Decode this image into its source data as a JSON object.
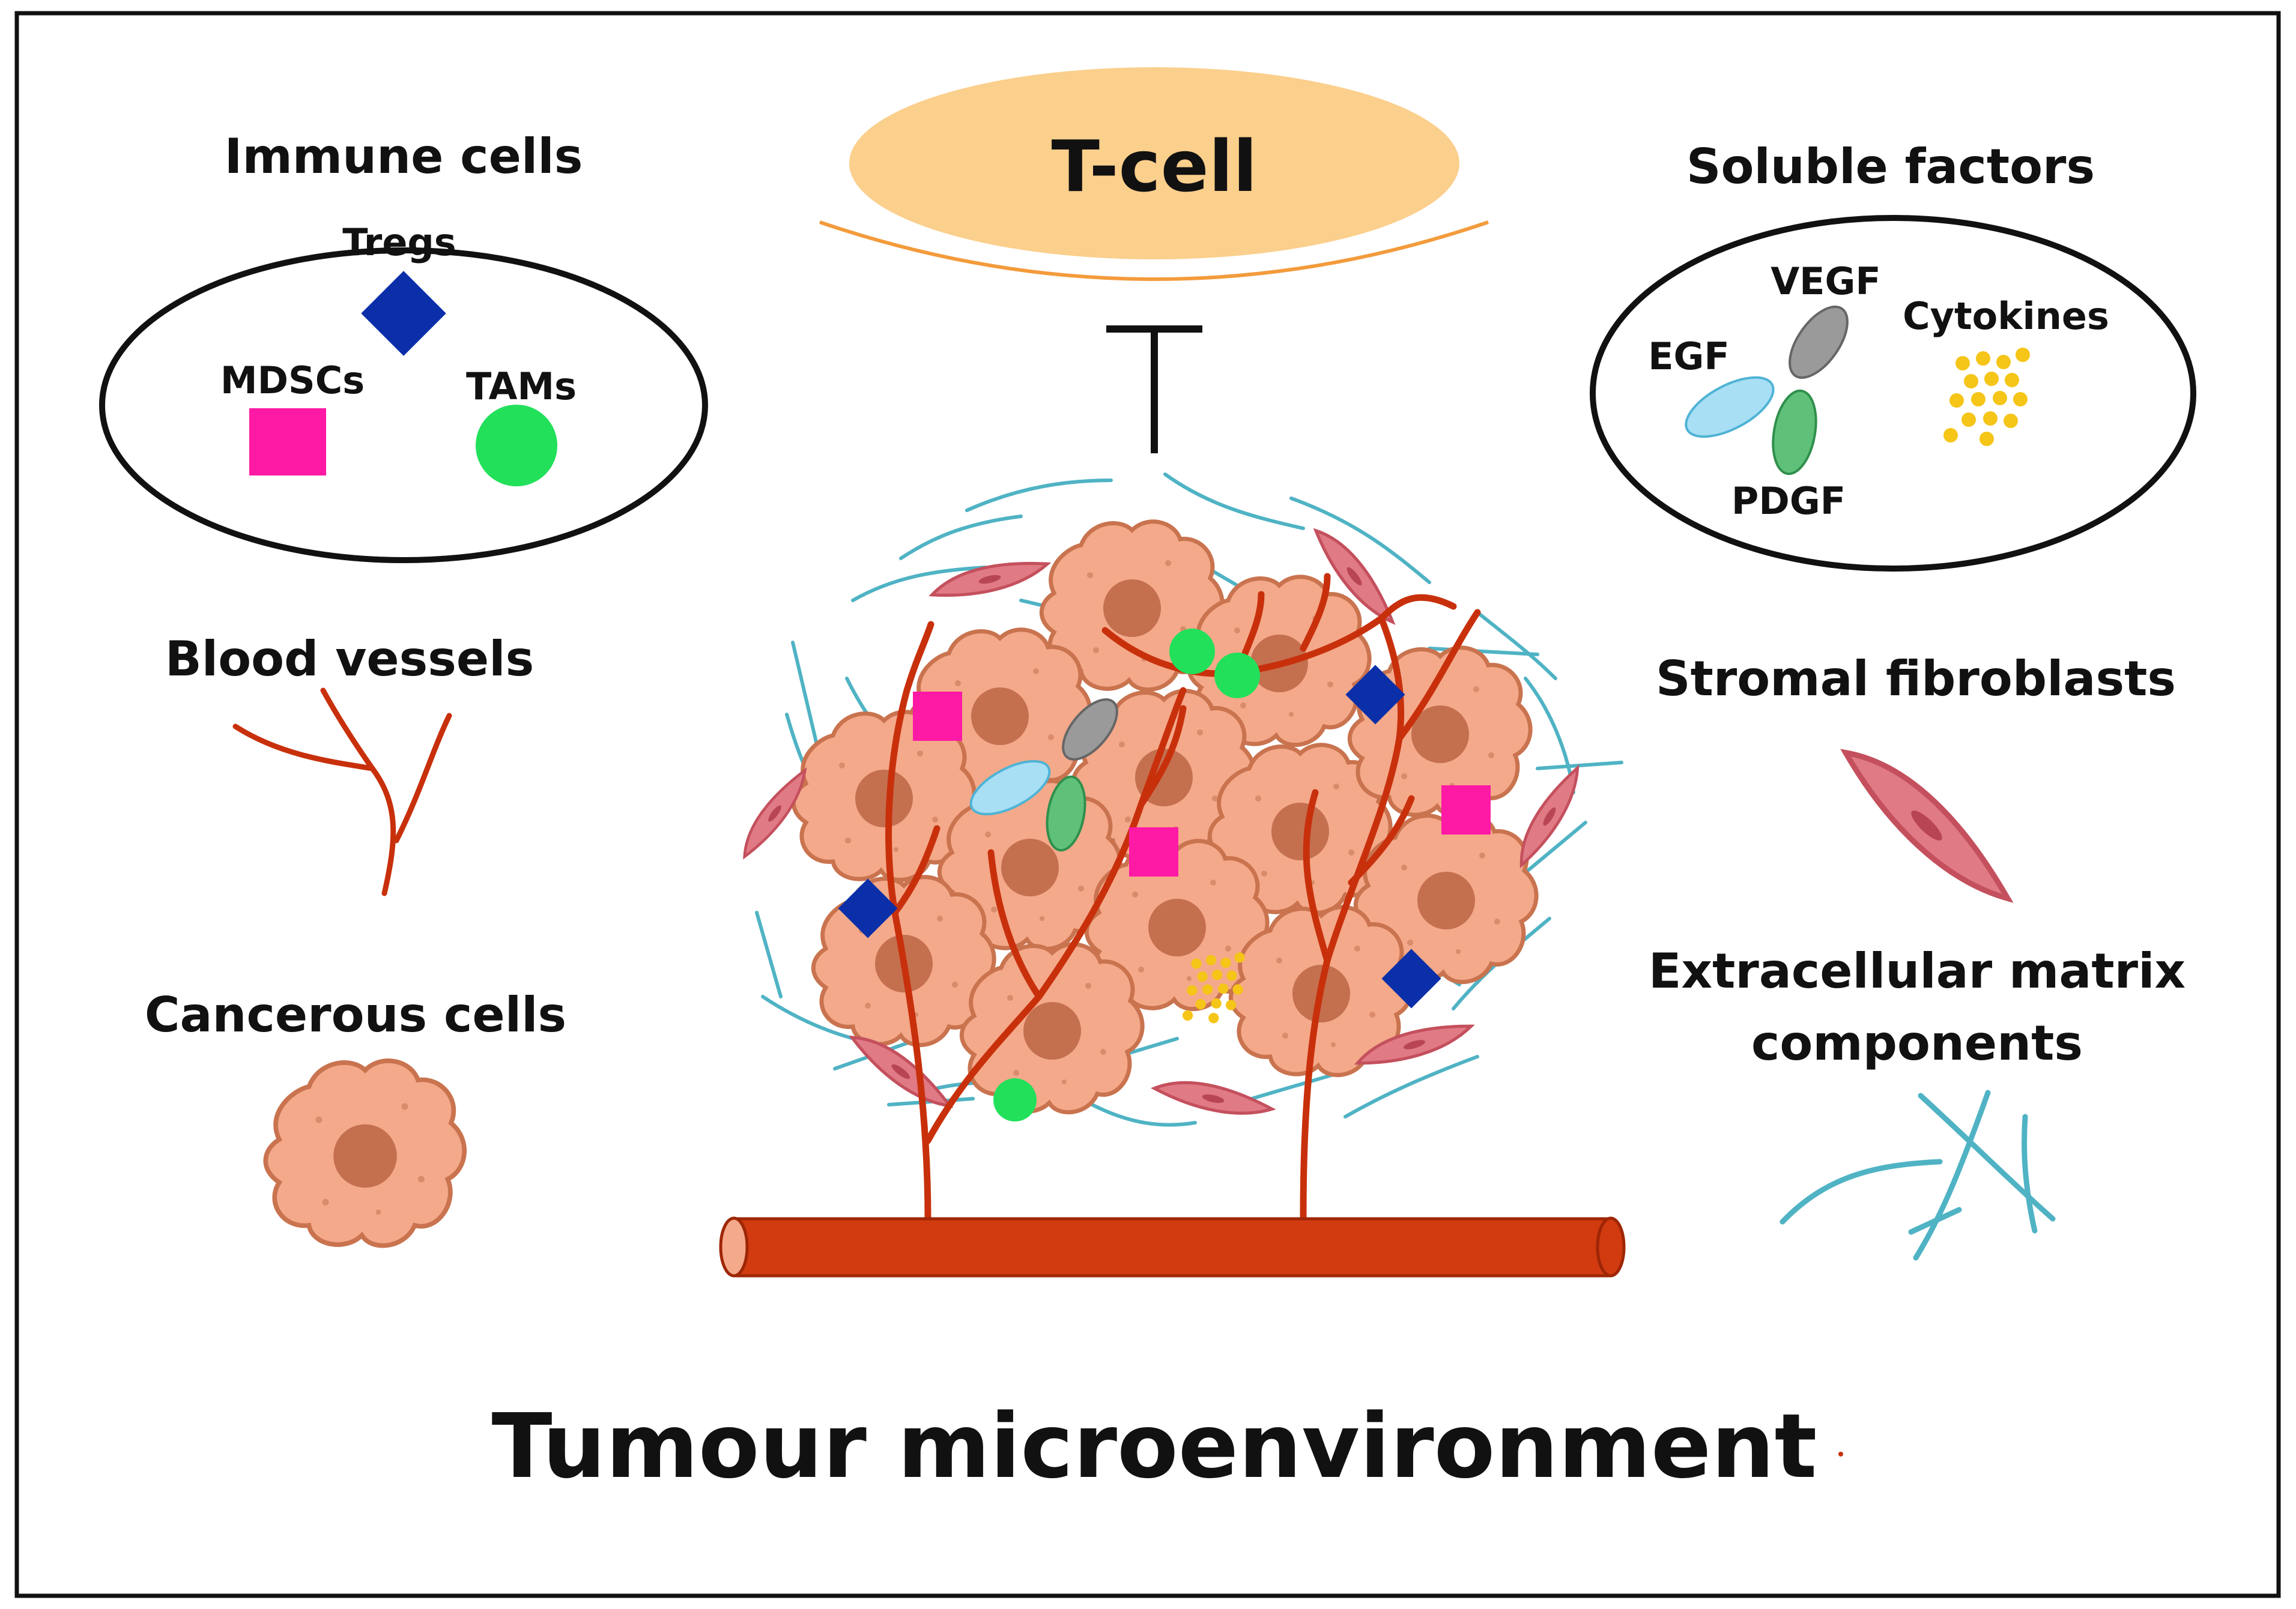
{
  "title": "Tumour microenvironment",
  "tcell_label": "T-cell",
  "legend": {
    "immune_cells": {
      "heading": "Immune cells",
      "items": [
        "Tregs",
        "MDSCs",
        "TAMs"
      ]
    },
    "soluble_factors": {
      "heading": "Soluble factors",
      "items": [
        "VEGF",
        "EGF",
        "PDGF",
        "Cytokines"
      ]
    },
    "blood_vessels": "Blood vessels",
    "cancerous_cells": "Cancerous cells",
    "stromal_fibroblasts": "Stromal fibroblasts",
    "ecm": {
      "line1": "Extracellular matrix",
      "line2": "components"
    }
  },
  "colors": {
    "treg": "#0a2fa8",
    "mdsc": "#ff1aa6",
    "tam": "#22e05a",
    "vegf": "#9a9a9a",
    "egf": "#a8dff5",
    "pdgf": "#5fc07a",
    "cytokine": "#f5c518",
    "cancer_cell": "#f4a98a",
    "nucleus": "#c4704f",
    "vessel": "#c8300c",
    "fibroblast": "#e07a84",
    "ecm": "#4fb3c4",
    "tcell": "#fbcf8c"
  }
}
